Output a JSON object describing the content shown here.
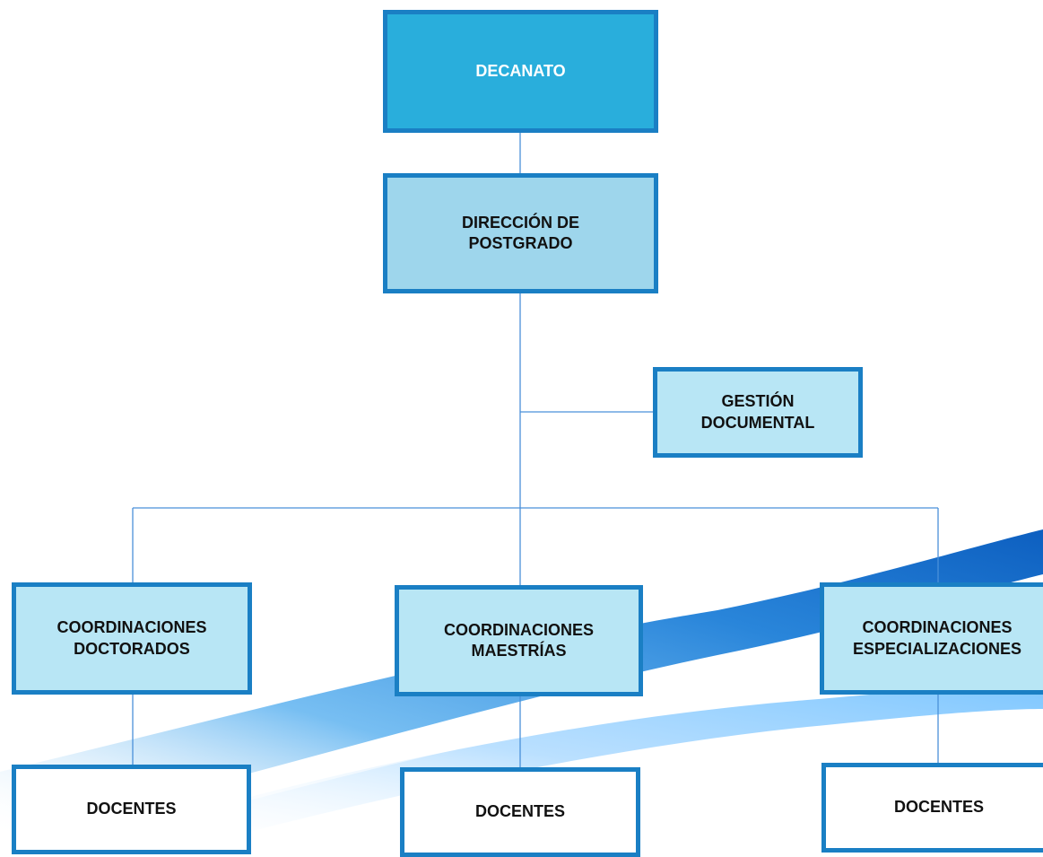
{
  "colors": {
    "border": "#1a7fc4",
    "top_fill": "#29aedc",
    "second_fill": "#9ed6ec",
    "unit_fill": "#b8e6f5",
    "leaf_fill": "#ffffff",
    "connector": "#4a90d9"
  },
  "org_chart": {
    "decanato": "DECANATO",
    "direccion": "DIRECCIÓN DE\nPOSTGRADO",
    "gestion": "GESTIÓN\nDOCUMENTAL",
    "coordinaciones": [
      {
        "label": "COORDINACIONES\nDOCTORADOS",
        "docentes": "DOCENTES"
      },
      {
        "label": "COORDINACIONES\nMAESTRÍAS",
        "docentes": "DOCENTES"
      },
      {
        "label": "COORDINACIONES\nESPECIALIZACIONES",
        "docentes": "DOCENTES"
      }
    ]
  }
}
